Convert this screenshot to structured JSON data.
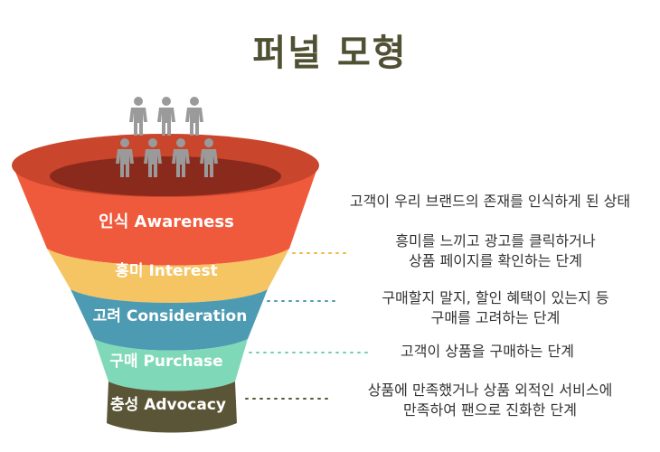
{
  "title": "퍼널 모형",
  "stages": [
    {
      "label": "인식 Awareness",
      "color": "#f05a3c",
      "desc": [
        "고객이 우리 브랜드의 존재를 인식하게 된 상태"
      ],
      "dot_color": "#f05a3c"
    },
    {
      "label": "흥미 Interest",
      "color": "#f5c463",
      "desc": [
        "흥미를 느끼고 광고를 클릭하거나",
        "상품 페이지를 확인하는 단계"
      ],
      "dot_color": "#f0b848"
    },
    {
      "label": "고려 Consideration",
      "color": "#4d9bb3",
      "desc": [
        "구매할지 말지, 할인 혜택이 있는지 등",
        "구매를 고려하는 단계"
      ],
      "dot_color": "#4d9bb3"
    },
    {
      "label": "구매 Purchase",
      "color": "#7fd9b8",
      "desc": [
        "고객이 상품을 구매하는 단계"
      ],
      "dot_color": "#6fd0ae"
    },
    {
      "label": "충성 Advocacy",
      "color": "#5a5536",
      "desc": [
        "상품에 만족했거나 상품 외적인 서비스에",
        "만족하여 팬으로 진화한 단계"
      ],
      "dot_color": "#5a5536"
    }
  ],
  "icons": {
    "people": "person-icon"
  },
  "colors": {
    "title": "#505032",
    "rim": "#c9452b",
    "rim_inner": "#8a2a1c",
    "people": "#9a9a9a"
  }
}
